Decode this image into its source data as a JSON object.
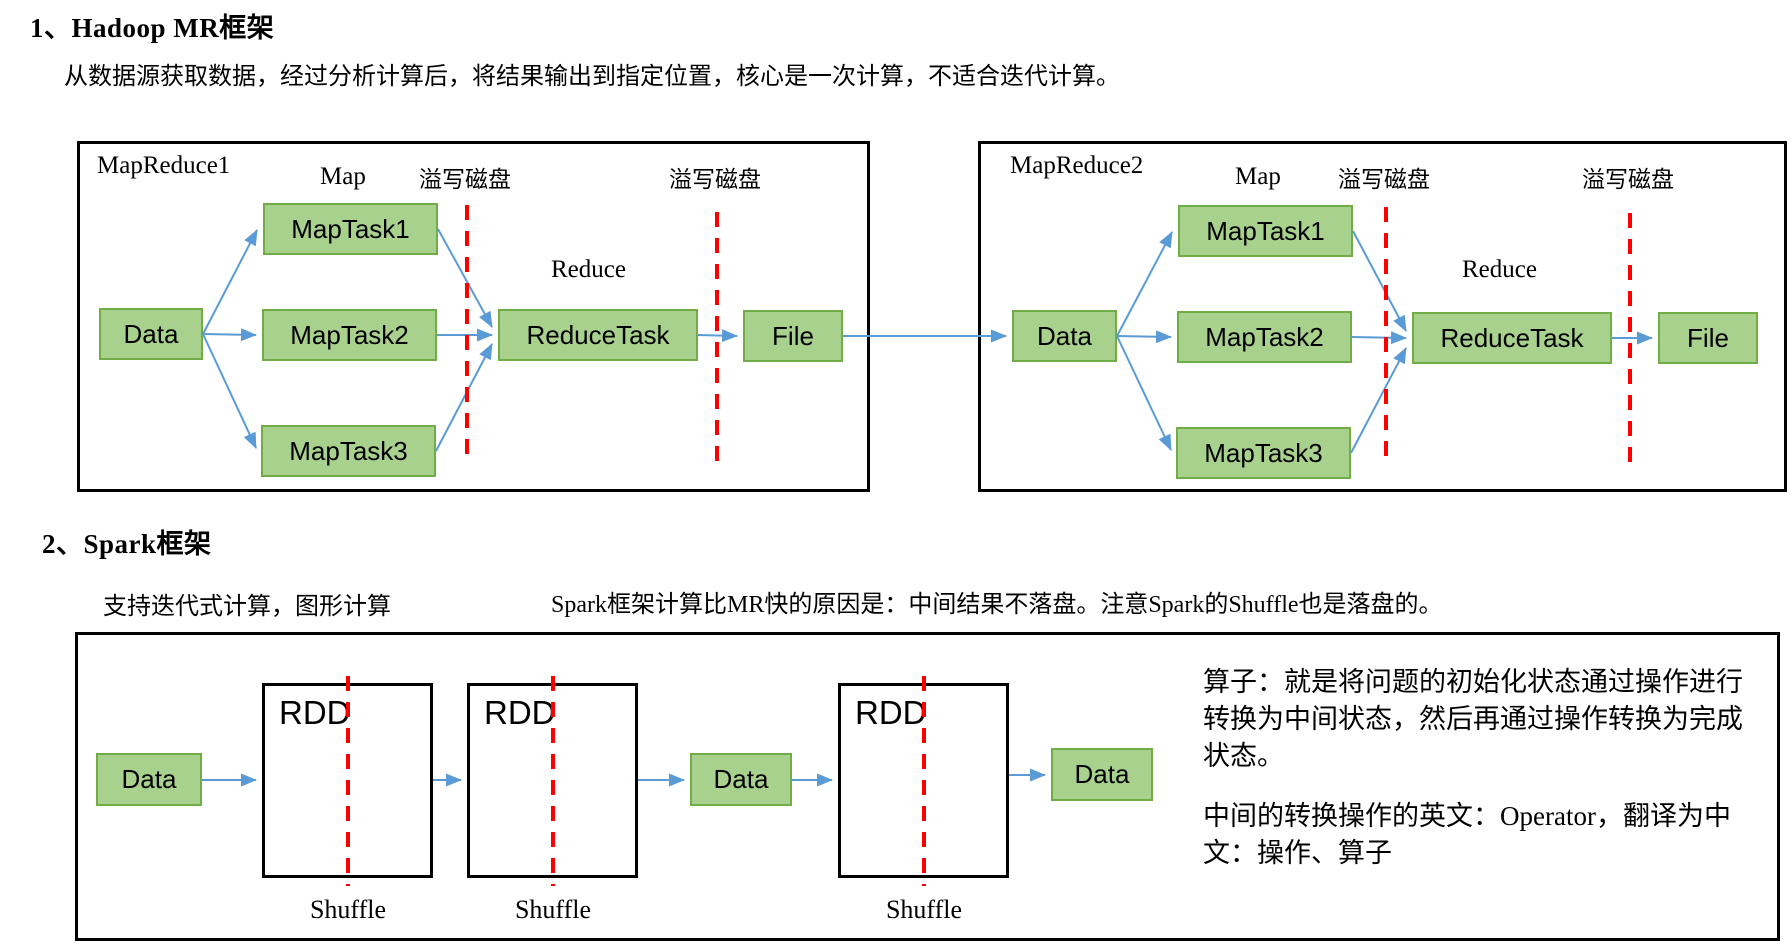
{
  "page": {
    "section1": {
      "title": "1、Hadoop MR框架",
      "description": "从数据源获取数据，经过分析计算后，将结果输出到指定位置，核心是一次计算，不适合迭代计算。"
    },
    "mapreduce1": {
      "label": "MapReduce1",
      "map_label": "Map",
      "reduce_label": "Reduce",
      "spill_label_1": "溢写磁盘",
      "spill_label_2": "溢写磁盘",
      "nodes": {
        "data": "Data",
        "maptask1": "MapTask1",
        "maptask2": "MapTask2",
        "maptask3": "MapTask3",
        "reducetask": "ReduceTask",
        "file": "File"
      }
    },
    "mapreduce2": {
      "label": "MapReduce2",
      "map_label": "Map",
      "reduce_label": "Reduce",
      "spill_label_1": "溢写磁盘",
      "spill_label_2": "溢写磁盘",
      "nodes": {
        "data": "Data",
        "maptask1": "MapTask1",
        "maptask2": "MapTask2",
        "maptask3": "MapTask3",
        "reducetask": "ReduceTask",
        "file": "File"
      }
    },
    "section2": {
      "title": "2、Spark框架",
      "note_left": "支持迭代式计算，图形计算",
      "note_right": "Spark框架计算比MR快的原因是：中间结果不落盘。注意Spark的Shuffle也是落盘的。"
    },
    "spark": {
      "data_labels": [
        "Data",
        "Data",
        "Data"
      ],
      "rdd_labels": [
        "RDD",
        "RDD",
        "RDD"
      ],
      "shuffle_labels": [
        "Shuffle",
        "Shuffle",
        "Shuffle"
      ],
      "annotation_para1": "算子：就是将问题的初始化状态通过操作进行转换为中间状态，然后再通过操作转换为完成状态。",
      "annotation_para2": "中间的转换操作的英文：Operator，翻译为中文：操作、算子"
    },
    "colors": {
      "node_fill": "#A9D18E",
      "node_border": "#70AD47",
      "arrow_blue": "#5B9BD5",
      "spill_line_red": "#FF0000",
      "frame_black": "#000000"
    }
  }
}
